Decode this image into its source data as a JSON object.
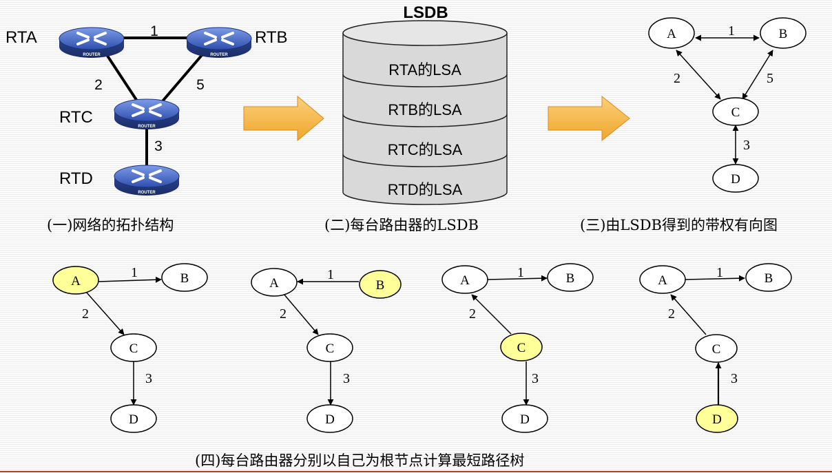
{
  "topology": {
    "routers": {
      "rta": "RTA",
      "rtb": "RTB",
      "rtc": "RTC",
      "rtd": "RTD"
    },
    "router_badge": "ROUTER",
    "costs": {
      "ab": "1",
      "ac": "2",
      "bc": "5",
      "cd": "3"
    },
    "caption": "(一)网络的拓扑结构"
  },
  "lsdb": {
    "title": "LSDB",
    "entries": [
      "RTA的LSA",
      "RTB的LSA",
      "RTC的LSA",
      "RTD的LSA"
    ],
    "caption": "(二)每台路由器的LSDB"
  },
  "digraph": {
    "nodes": {
      "a": "A",
      "b": "B",
      "c": "C",
      "d": "D"
    },
    "weights": {
      "ab": "1",
      "ac": "2",
      "bc": "5",
      "cd": "3"
    },
    "caption": "(三)由LSDB得到的带权有向图"
  },
  "spt": {
    "trees": [
      {
        "root": "A",
        "nodes": {
          "a": "A",
          "b": "B",
          "c": "C",
          "d": "D"
        },
        "weights": {
          "ab": "1",
          "ac": "2",
          "cd": "3"
        }
      },
      {
        "root": "B",
        "nodes": {
          "a": "A",
          "b": "B",
          "c": "C",
          "d": "D"
        },
        "weights": {
          "ab": "1",
          "ac": "2",
          "cd": "3"
        }
      },
      {
        "root": "C",
        "nodes": {
          "a": "A",
          "b": "B",
          "c": "C",
          "d": "D"
        },
        "weights": {
          "ab": "1",
          "ac": "2",
          "cd": "3"
        }
      },
      {
        "root": "D",
        "nodes": {
          "a": "A",
          "b": "B",
          "c": "C",
          "d": "D"
        },
        "weights": {
          "ab": "1",
          "ac": "2",
          "cd": "3"
        }
      }
    ],
    "caption": "(四)每台路由器分别以自己为根节点计算最短路径树"
  },
  "colors": {
    "root_fill": "#ffff99",
    "arrow_fill": "#f7b84a",
    "router_blue": "#3d5fbf",
    "db_fill": "#d9d9d9"
  }
}
